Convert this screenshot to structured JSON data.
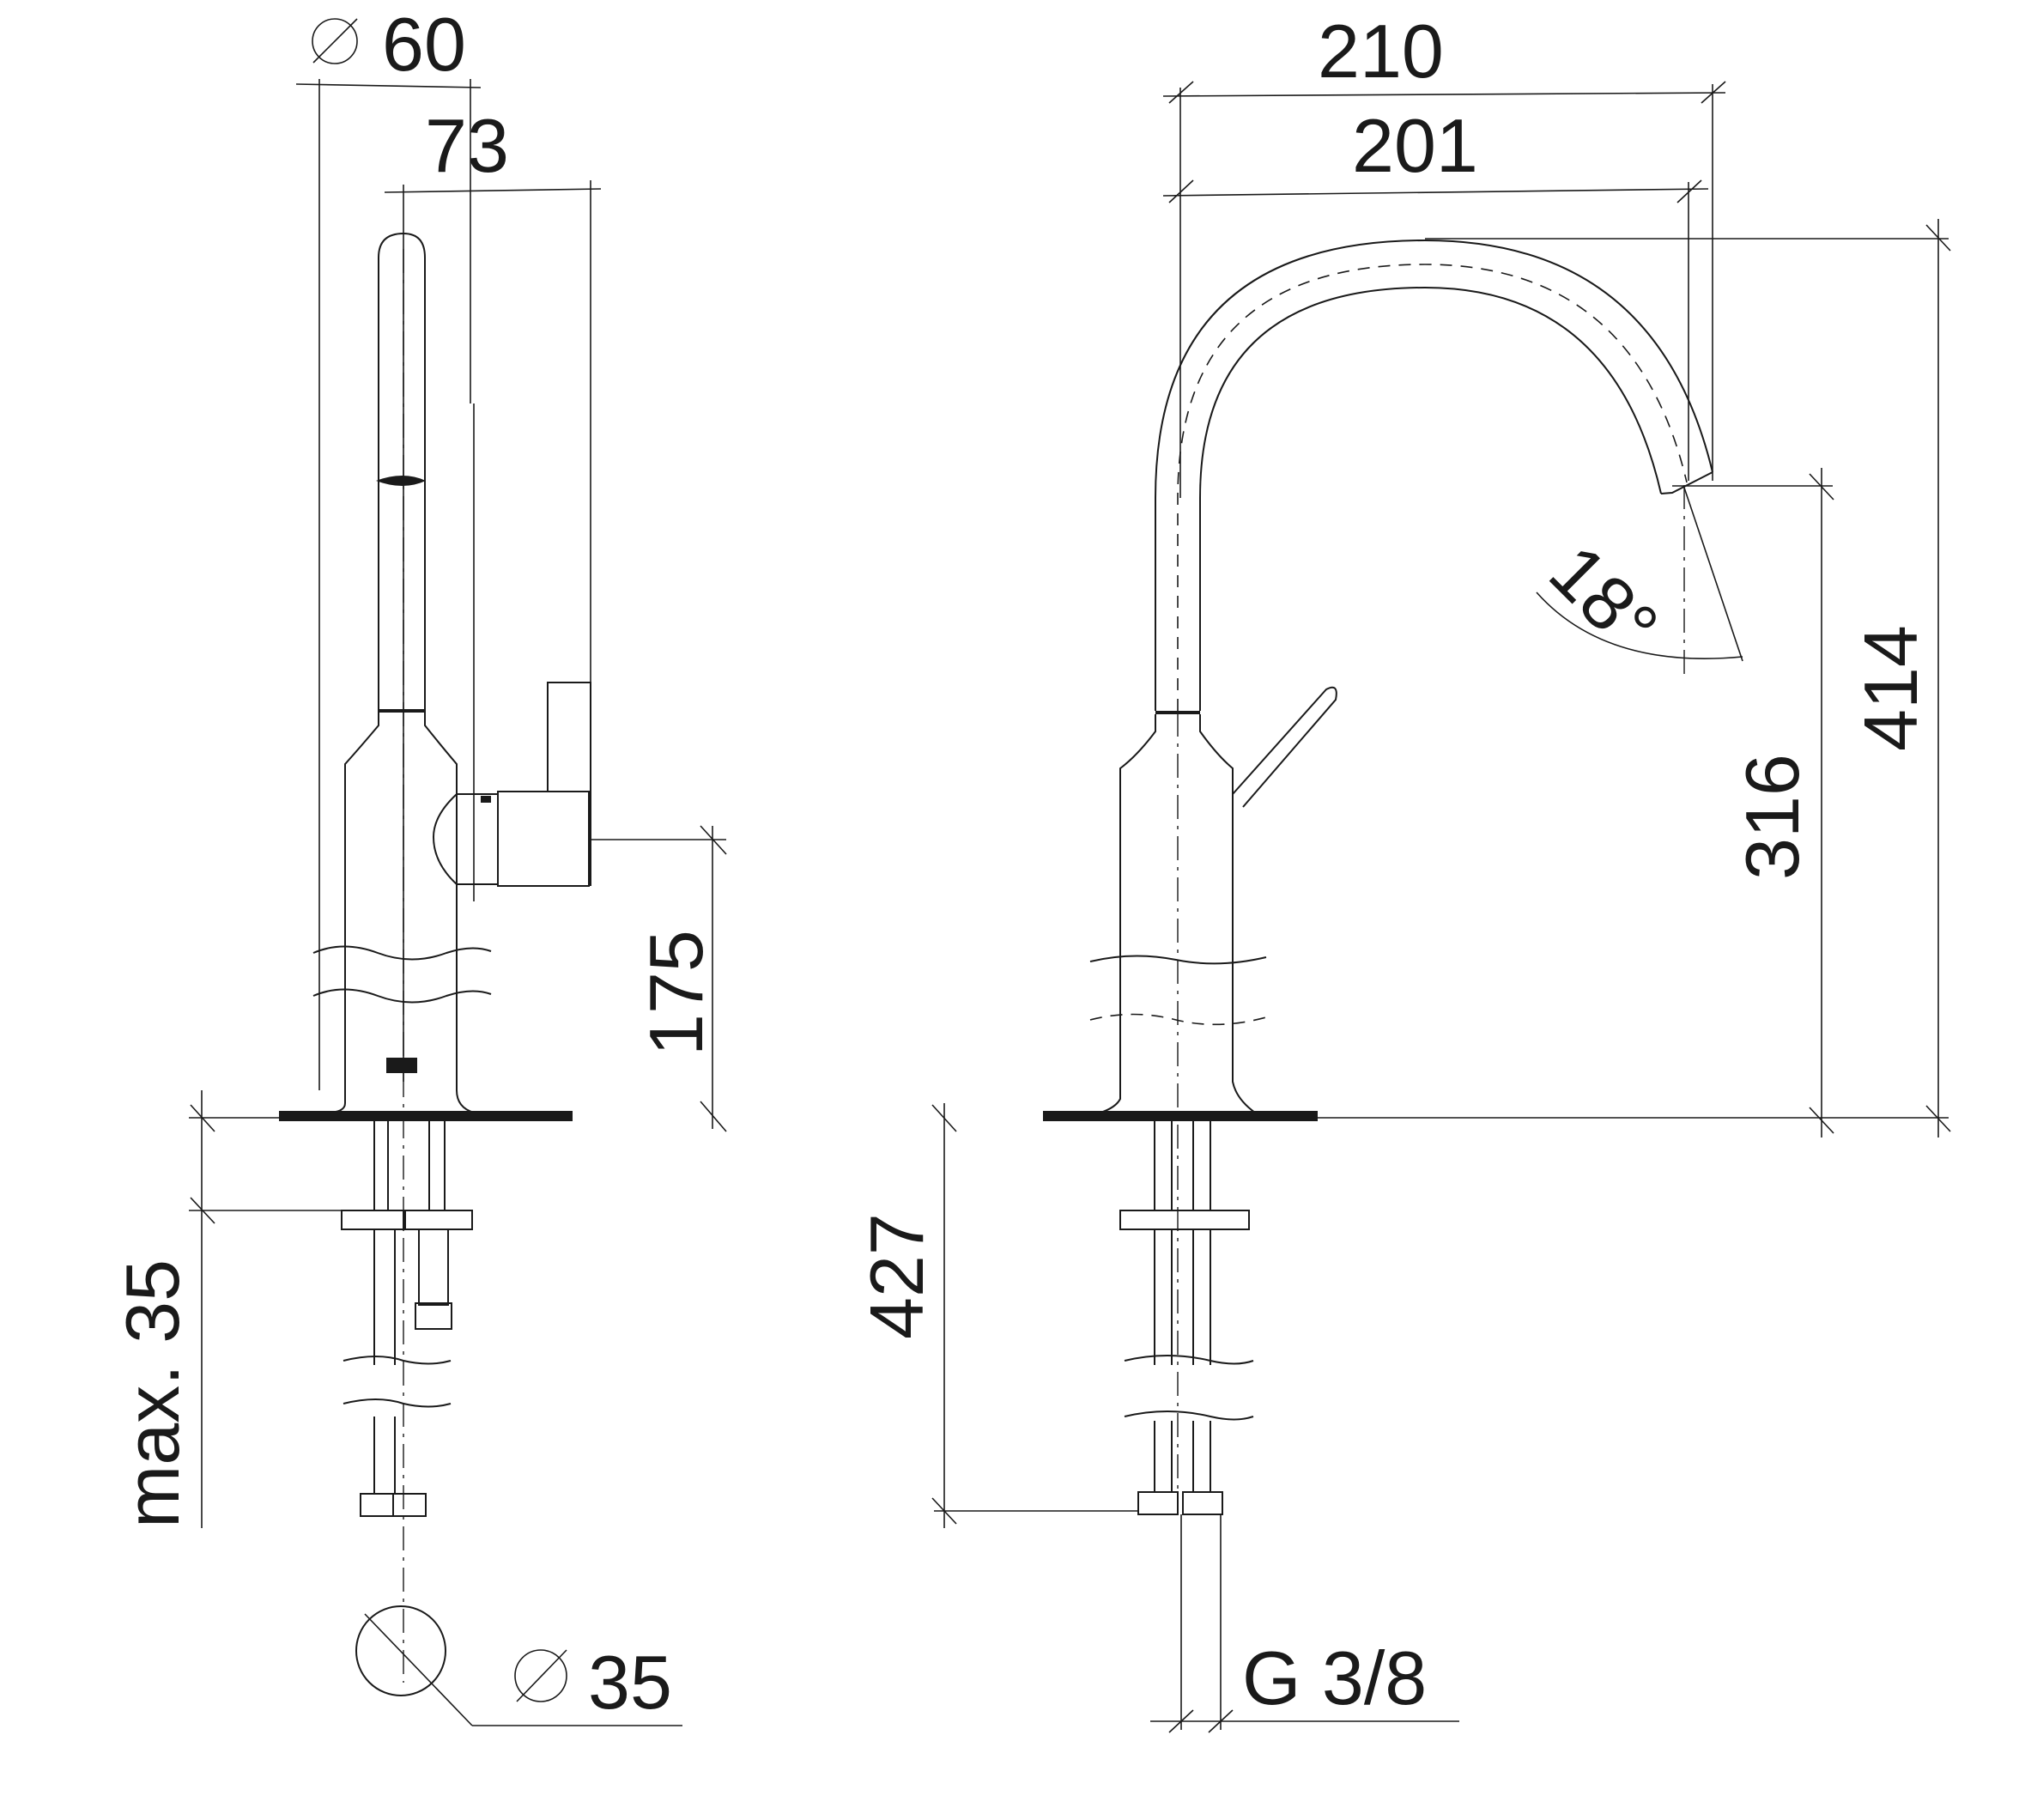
{
  "side_view": {
    "diameter_top": "60",
    "depth": "73",
    "lever_height": "175",
    "deck_thickness": "max. 35",
    "hole_diameter": "35"
  },
  "front_view": {
    "reach_outer": "210",
    "reach_inner": "201",
    "spout_angle": "18°",
    "outlet_height": "316",
    "total_height": "414",
    "supply_length": "427",
    "thread": "G 3/8"
  }
}
